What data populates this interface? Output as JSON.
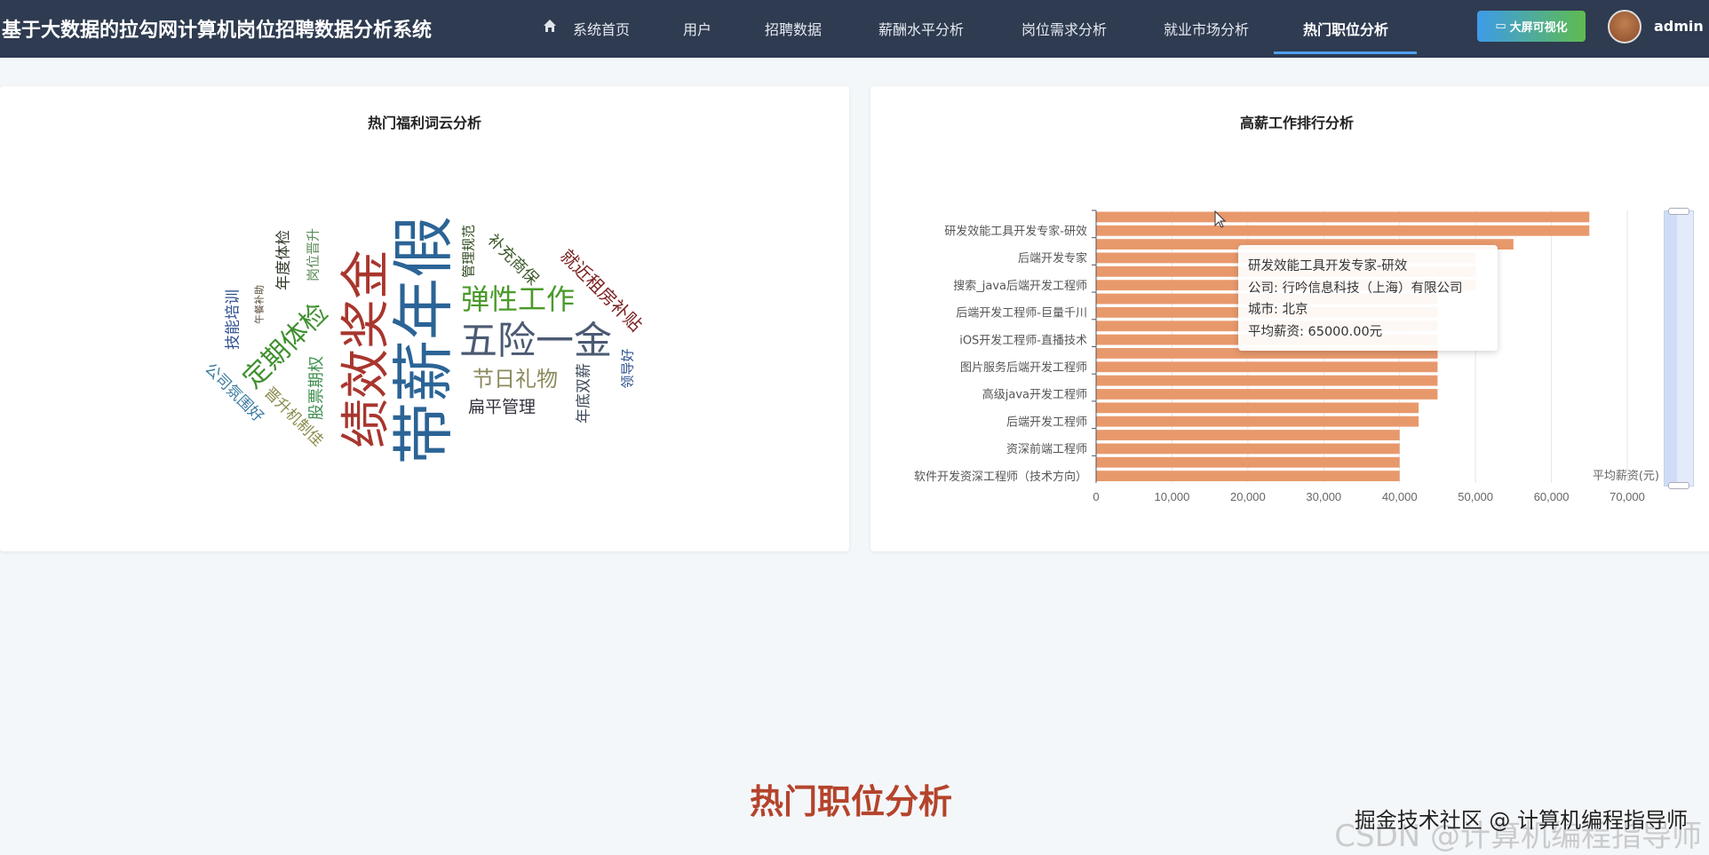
{
  "header": {
    "title": "基于大数据的拉勾网计算机岗位招聘数据分析系统",
    "nav": [
      {
        "label": "系统首页",
        "icon": "home-icon"
      },
      {
        "label": "用户"
      },
      {
        "label": "招聘数据"
      },
      {
        "label": "薪酬水平分析"
      },
      {
        "label": "岗位需求分析"
      },
      {
        "label": "就业市场分析"
      },
      {
        "label": "热门职位分析",
        "active": true
      }
    ],
    "bigscreen_button": "大屏可视化",
    "user": "admin"
  },
  "wordcloud": {
    "title": "热门福利词云分析",
    "words": [
      {
        "text": "带薪年假",
        "color": "#2b6496"
      },
      {
        "text": "绩效奖金",
        "color": "#a8362e"
      },
      {
        "text": "五险一金",
        "color": "#4b5a72"
      },
      {
        "text": "弹性工作",
        "color": "#4a9a2a"
      },
      {
        "text": "节日礼物",
        "color": "#8c8a5c"
      },
      {
        "text": "扁平管理",
        "color": "#333340"
      },
      {
        "text": "定期体检",
        "color": "#3f8f2f"
      },
      {
        "text": "就近租房补贴",
        "color": "#7a2020"
      },
      {
        "text": "补充商保",
        "color": "#3d5a2a"
      },
      {
        "text": "年底双薪",
        "color": "#3e4a5a"
      },
      {
        "text": "领导好",
        "color": "#2e4f8f"
      },
      {
        "text": "管理规范",
        "color": "#2f4a20"
      },
      {
        "text": "股票期权",
        "color": "#3f8f4f"
      },
      {
        "text": "技能培训",
        "color": "#2e4f8f"
      },
      {
        "text": "年度体检",
        "color": "#2f3a2a"
      },
      {
        "text": "岗位晋升",
        "color": "#5a8a5a"
      },
      {
        "text": "午餐补助",
        "color": "#5a4a3a"
      },
      {
        "text": "公司氛围好",
        "color": "#3a7aa0"
      },
      {
        "text": "晋升机制佳",
        "color": "#8a8a4a"
      }
    ]
  },
  "chart_data": {
    "type": "bar",
    "orientation": "horizontal",
    "title": "高薪工作排行分析",
    "xlabel": "平均薪资(元)",
    "xlim": [
      0,
      70000
    ],
    "xticks": [
      "0",
      "10,000",
      "20,000",
      "30,000",
      "40,000",
      "50,000",
      "60,000",
      "70,000"
    ],
    "grid": true,
    "bar_color": "#e8996c",
    "categories_top_to_bottom": [
      "",
      "研发效能工具开发专家-研效",
      "",
      "后端开发专家",
      "",
      "搜索_java后端开发工程师",
      "",
      "后端开发工程师-巨量千川",
      "",
      "iOS开发工程师-直播技术",
      "",
      "图片服务后端开发工程师",
      "",
      "高级java开发工程师",
      "",
      "后端开发工程师",
      "",
      "资深前端工程师",
      "",
      "软件开发资深工程师（技术方向）"
    ],
    "values_top_to_bottom": [
      65000,
      65000,
      55000,
      50000,
      50000,
      50000,
      45000,
      45000,
      45000,
      45000,
      45000,
      45000,
      45000,
      45000,
      42500,
      42500,
      40000,
      40000,
      40000,
      40000
    ],
    "datazoom": "vertical-slider-right"
  },
  "tooltip": {
    "title": "研发效能工具开发专家-研效",
    "company": "公司: 行吟信息科技（上海）有限公司",
    "city": "城市: 北京",
    "salary": "平均薪资: 65000.00元"
  },
  "page_heading": "热门职位分析",
  "watermark": "掘金技术社区 @ 计算机编程指导师",
  "watermark2": "CSDN @计算机编程指导师"
}
